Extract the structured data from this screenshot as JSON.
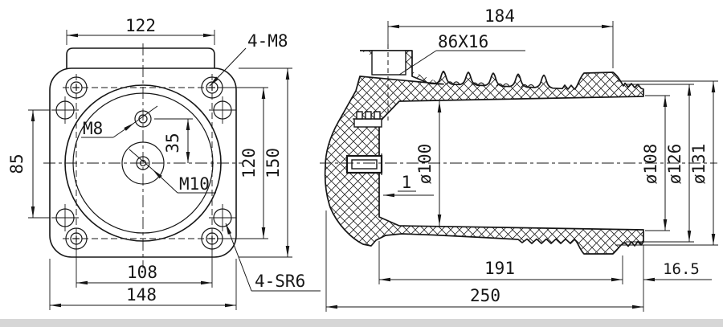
{
  "title": "insulator-contact-box-drawing",
  "front": {
    "tab_width": "122",
    "overall_width": "148",
    "bolt_spacing_h": "108",
    "bolt_spacing_v": "120",
    "overall_height": "150",
    "side_hole_spacing": "85",
    "hole_offset": "35",
    "corner_holes_label": "4-M8",
    "side_holes_label": "4-SR6",
    "top_hole_label": "M8",
    "center_hole_label": "M10"
  },
  "section": {
    "shed_length": "184",
    "slot_size": "86X16",
    "bore_dia": "ø100",
    "step": "1",
    "waist_dia": "ø108",
    "ring_dia": "ø126",
    "shed_dia": "ø131",
    "body_length": "191",
    "end_length": "16.5",
    "overall_length": "250"
  },
  "colors": {
    "line": "#161616",
    "background": "#ffffff",
    "scan_bar": "#d6d6d6"
  }
}
